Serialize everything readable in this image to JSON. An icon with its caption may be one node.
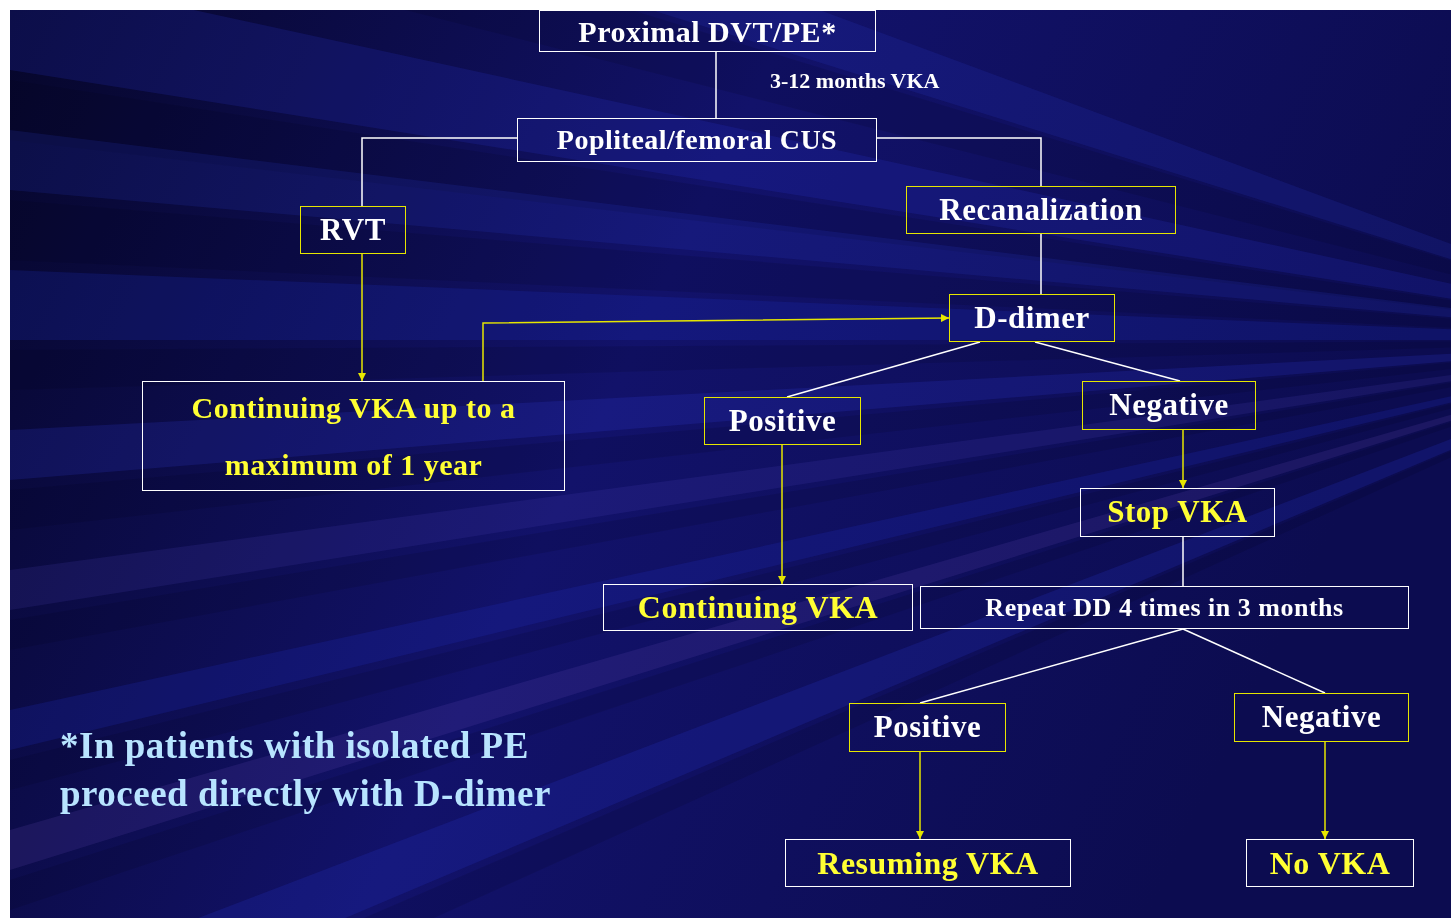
{
  "diagram": {
    "nodes": [
      {
        "text": [
          "Proximal DVT/PE*"
        ]
      },
      {
        "text": [
          "Popliteal/femoral CUS"
        ]
      },
      {
        "text": [
          "RVT"
        ]
      },
      {
        "text": [
          "Recanalization"
        ]
      },
      {
        "text": [
          "Continuing VKA up to a maximum of 1 year"
        ]
      },
      {
        "text": [
          "D-dimer"
        ]
      },
      {
        "text": [
          "Positive"
        ]
      },
      {
        "text": [
          "Negative"
        ]
      },
      {
        "text": [
          "Stop VKA"
        ]
      },
      {
        "text": [
          "Continuing VKA"
        ]
      },
      {
        "text": [
          "Repeat DD 4 times in 3 months"
        ]
      },
      {
        "text": [
          "Positive"
        ]
      },
      {
        "text": [
          "Negative"
        ]
      },
      {
        "text": [
          "Resuming VKA"
        ]
      },
      {
        "text": [
          "No VKA"
        ]
      }
    ],
    "edges": [
      {
        "from": 0,
        "to": 1,
        "arrow": "none",
        "label": "3-12 months VKA"
      },
      {
        "from": 1,
        "to": 2,
        "arrow": "none"
      },
      {
        "from": 1,
        "to": 3,
        "arrow": "none"
      },
      {
        "from": 2,
        "to": 4,
        "arrow": "to",
        "color": "#e6e600"
      },
      {
        "from": 3,
        "to": 5,
        "arrow": "none"
      },
      {
        "from": 4,
        "to": 5,
        "arrow": "to",
        "color": "#e6e600"
      },
      {
        "from": 5,
        "to": 6,
        "arrow": "none"
      },
      {
        "from": 5,
        "to": 7,
        "arrow": "none"
      },
      {
        "from": 6,
        "to": 9,
        "arrow": "to",
        "color": "#e6e600"
      },
      {
        "from": 7,
        "to": 8,
        "arrow": "to",
        "color": "#e6e600"
      },
      {
        "from": 8,
        "to": 10,
        "arrow": "none"
      },
      {
        "from": 10,
        "to": 11,
        "arrow": "none"
      },
      {
        "from": 10,
        "to": 12,
        "arrow": "none"
      },
      {
        "from": 11,
        "to": 13,
        "arrow": "to",
        "color": "#e6e600"
      },
      {
        "from": 12,
        "to": 14,
        "arrow": "to",
        "color": "#e6e600"
      }
    ],
    "labels": [
      "*In patients with isolated PE proceed directly with D-dimer"
    ]
  }
}
